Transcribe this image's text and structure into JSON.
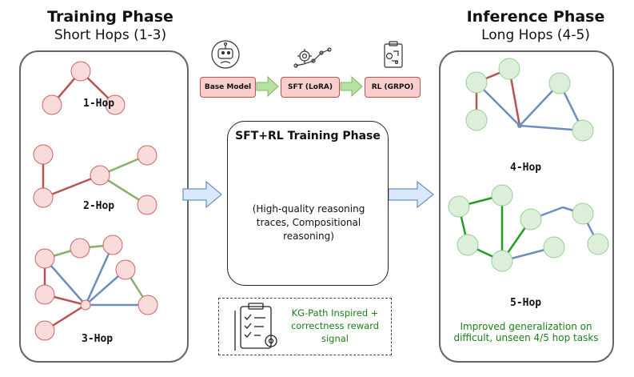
{
  "training": {
    "title": "Training Phase",
    "subtitle": "Short Hops (1-3)",
    "hops": [
      "1-Hop",
      "2-Hop",
      "3-Hop"
    ]
  },
  "inference": {
    "title": "Inference Phase",
    "subtitle": "Long Hops (4-5)",
    "hops": [
      "4-Hop",
      "5-Hop"
    ],
    "note": "Improved generalization on difficult, unseen 4/5 hop tasks"
  },
  "pipeline": {
    "steps": [
      "Base Model",
      "SFT (LoRA)",
      "RL (GRPO)"
    ]
  },
  "center": {
    "title": "SFT+RL Training Phase",
    "description": "(High-quality reasoning traces, Compositional reasoning)"
  },
  "reward": {
    "text": "KG-Path Inspired + correctness reward signal"
  },
  "icons": {
    "pipeline": [
      "robot-icon",
      "network-gear-icon",
      "clipboard-flow-icon"
    ],
    "center": "brain-head-icon",
    "chain": [
      "dna-icon",
      "pill-icon",
      "molecule-icon",
      "chart-icon"
    ],
    "reward": "checklist-icon"
  },
  "colors": {
    "pink_node": "#fadbdb",
    "green_node": "#dcefd8",
    "red_edge": "#b85450",
    "blue_edge": "#6c8ebf",
    "green_edge": "#82b366",
    "dark_green_edge": "#1f9e1f",
    "arrow_fill": "#dae8fc",
    "pipe_arrow": "#b7e1a1"
  }
}
